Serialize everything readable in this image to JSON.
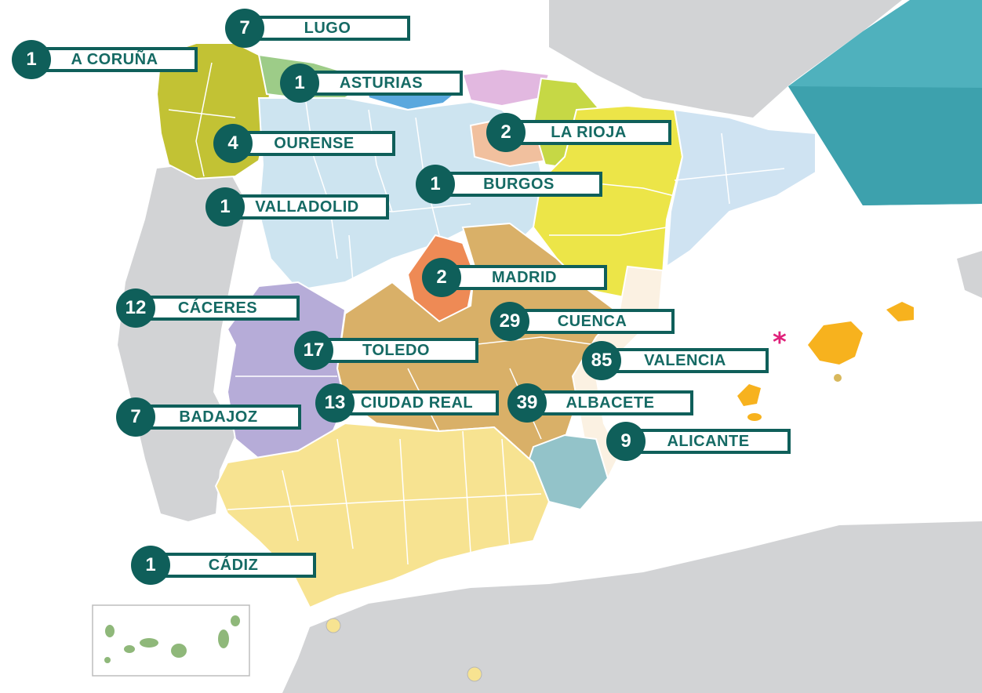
{
  "colors": {
    "sea": "#ffffff",
    "land_other": "#d2d3d5",
    "badge_dark": "#0f5f5a",
    "badge_text": "#156a64",
    "asterisk": "#e0207a",
    "regions": {
      "galicia": "#c2c234",
      "asturias": "#9dcc88",
      "cantabria": "#5aa8de",
      "pais_vasco": "#e2b8e0",
      "navarra": "#c6d845",
      "la_rioja": "#f1c09e",
      "castilla_leon": "#cde4f0",
      "aragon": "#ece548",
      "cataluna": "#cfe3f2",
      "madrid": "#ee8a55",
      "castilla_la_mancha": "#d9b068",
      "extremadura": "#b6acd8",
      "valencia": "#fbf1e2",
      "murcia": "#93c3c9",
      "andalucia": "#f7e391",
      "baleares": "#f7b21e",
      "canarias": "#8fb87a"
    }
  },
  "provinces": [
    {
      "count": "1",
      "name": "A CORUÑA"
    },
    {
      "count": "7",
      "name": "LUGO"
    },
    {
      "count": "1",
      "name": "ASTURIAS"
    },
    {
      "count": "4",
      "name": "OURENSE"
    },
    {
      "count": "2",
      "name": "LA RIOJA"
    },
    {
      "count": "1",
      "name": "BURGOS"
    },
    {
      "count": "1",
      "name": "VALLADOLID"
    },
    {
      "count": "2",
      "name": "MADRID"
    },
    {
      "count": "12",
      "name": "CÁCERES"
    },
    {
      "count": "29",
      "name": "CUENCA"
    },
    {
      "count": "17",
      "name": "TOLEDO"
    },
    {
      "count": "85",
      "name": "VALENCIA"
    },
    {
      "count": "13",
      "name": "CIUDAD REAL"
    },
    {
      "count": "39",
      "name": "ALBACETE"
    },
    {
      "count": "7",
      "name": "BADAJOZ"
    },
    {
      "count": "9",
      "name": "ALICANTE"
    },
    {
      "count": "1",
      "name": "CÁDIZ"
    }
  ],
  "asterisk": "*"
}
